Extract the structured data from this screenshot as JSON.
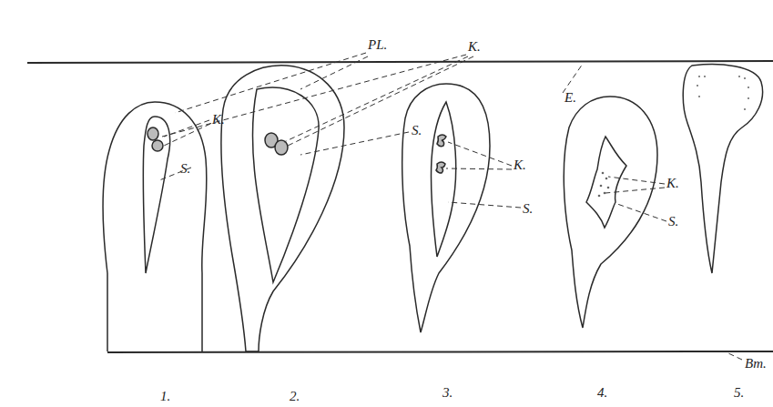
{
  "diagram": {
    "labels": [
      "PL.",
      "K.",
      "E.",
      "K.",
      "S.",
      "S.",
      "K.",
      "S.",
      "K.",
      "S.",
      "Bm.",
      "1.",
      "2.",
      "3.",
      "4.",
      "5."
    ]
  }
}
